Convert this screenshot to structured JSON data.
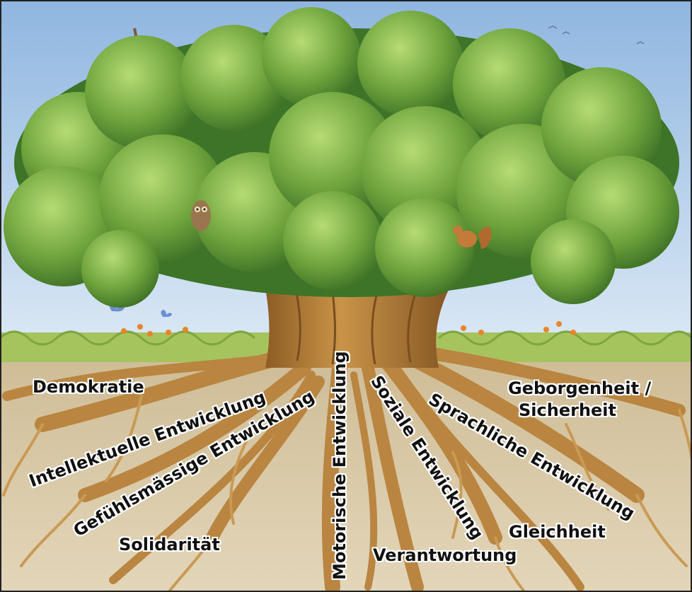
{
  "scene": {
    "description_icons": [
      "tree-icon",
      "owl-icon",
      "squirrel-icon",
      "butterfly-icon",
      "bird-icon"
    ],
    "colors": {
      "sky_top": "#8fb6e0",
      "sky_bottom": "#dce9f5",
      "grass": "#9fbf5a",
      "soil": "#d9c9a7",
      "trunk": "#b9853e",
      "root": "#c99448",
      "foliage_dark": "#3e7a2a",
      "foliage_light": "#8cbf4e",
      "text": "#111111",
      "text_outline": "#ffffff"
    }
  },
  "labels": {
    "demokratie": "Demokratie",
    "intellektuelle": "Intellektuelle Entwicklung",
    "gefuehl": "Gefühlsmässige Entwicklung",
    "motorische": "Motorische Entwicklung",
    "soziale": "Soziale Entwicklung",
    "sprachliche": "Sprachliche Entwicklung",
    "geborgenheit_line1": "Geborgenheit /",
    "geborgenheit_line2": "Sicherheit",
    "gleichheit": "Gleichheit",
    "solidaritaet": "Solidarität",
    "verantwortung": "Verantwortung"
  }
}
